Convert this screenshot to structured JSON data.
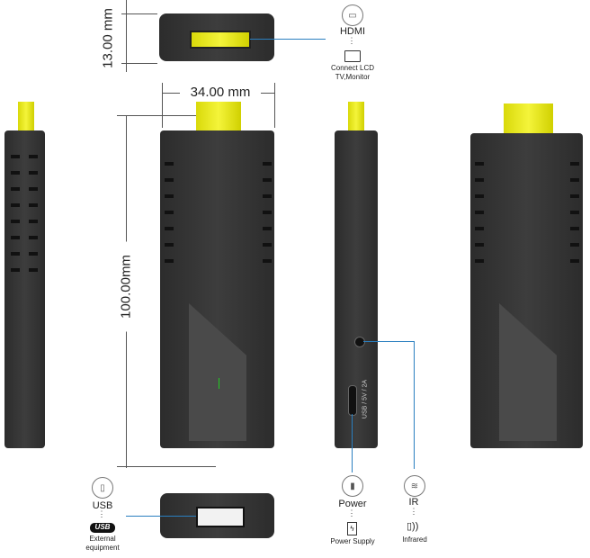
{
  "dimensions": {
    "height": "13.00 mm",
    "width": "34.00 mm",
    "length": "100.00mm"
  },
  "callouts": {
    "hdmi": {
      "label": "HDMI",
      "desc": "Connect LCD TV,Monitor"
    },
    "usb": {
      "label": "USB",
      "desc": "External equipment",
      "logo": "USB"
    },
    "power": {
      "label": "Power",
      "desc": "Power Supply"
    },
    "ir": {
      "label": "IR",
      "desc": "Infrared"
    }
  },
  "port_text": "USB / 5V / 2A",
  "colors": {
    "accent_line": "#2a7fc0",
    "connector": "#e8e820",
    "body": "#353535"
  }
}
